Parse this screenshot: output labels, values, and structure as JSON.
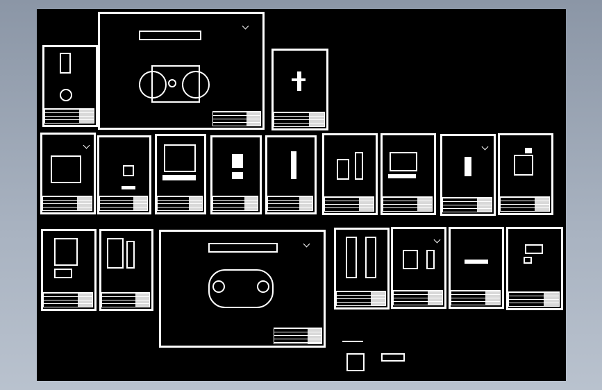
{
  "drawing": {
    "sheets": [
      {
        "id": "sheet-1",
        "content": "part-with-circle"
      },
      {
        "id": "sheet-2",
        "content": "assembly-plan-view"
      },
      {
        "id": "sheet-3",
        "content": "t-bracket"
      },
      {
        "id": "sheet-4",
        "content": "square-plate"
      },
      {
        "id": "sheet-5",
        "content": "small-block"
      },
      {
        "id": "sheet-6",
        "content": "plate-with-holes"
      },
      {
        "id": "sheet-7",
        "content": "rect-parts"
      },
      {
        "id": "sheet-8",
        "content": "narrow-part"
      },
      {
        "id": "sheet-9",
        "content": "block-pair"
      },
      {
        "id": "sheet-10",
        "content": "frame-part"
      },
      {
        "id": "sheet-11",
        "content": "slim-part"
      },
      {
        "id": "sheet-12",
        "content": "bracket-part"
      },
      {
        "id": "sheet-13",
        "content": "block-part"
      },
      {
        "id": "sheet-14",
        "content": "holder-part"
      },
      {
        "id": "sheet-15",
        "content": "assembly-plan-view-2"
      },
      {
        "id": "sheet-16",
        "content": "twin-columns"
      },
      {
        "id": "sheet-17",
        "content": "twin-brackets"
      },
      {
        "id": "sheet-18",
        "content": "rod-part"
      },
      {
        "id": "sheet-19",
        "content": "small-assembly"
      }
    ]
  }
}
